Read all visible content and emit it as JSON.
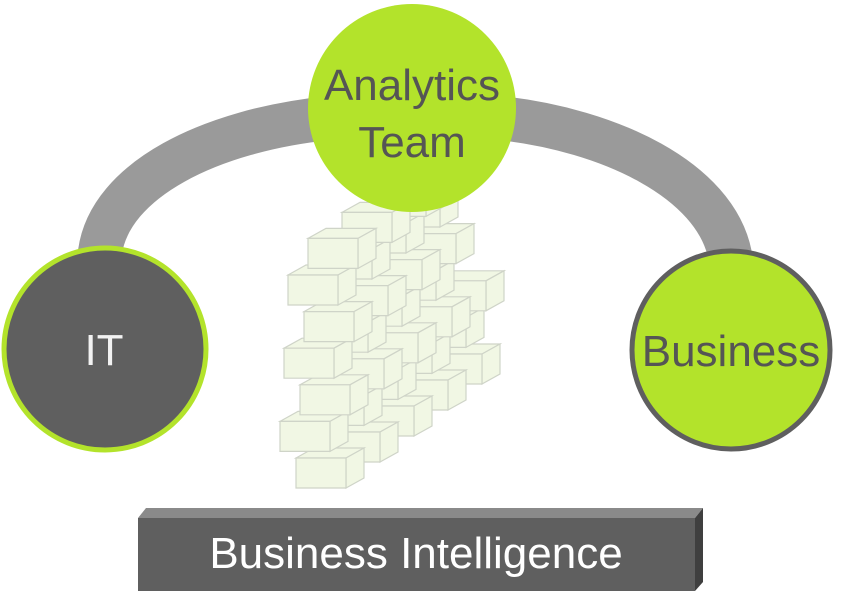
{
  "nodes": {
    "analytics_team": {
      "line1": "Analytics",
      "line2": "Team"
    },
    "it": {
      "label": "IT"
    },
    "business": {
      "label": "Business"
    }
  },
  "banner": {
    "label": "Business Intelligence"
  },
  "colors": {
    "lime": "#b3e32b",
    "dark_gray": "#5f5f5f",
    "arc_gray": "#9a9a9a",
    "brick_fill": "#f1f7e4",
    "brick_stroke": "#cfd4c8"
  }
}
